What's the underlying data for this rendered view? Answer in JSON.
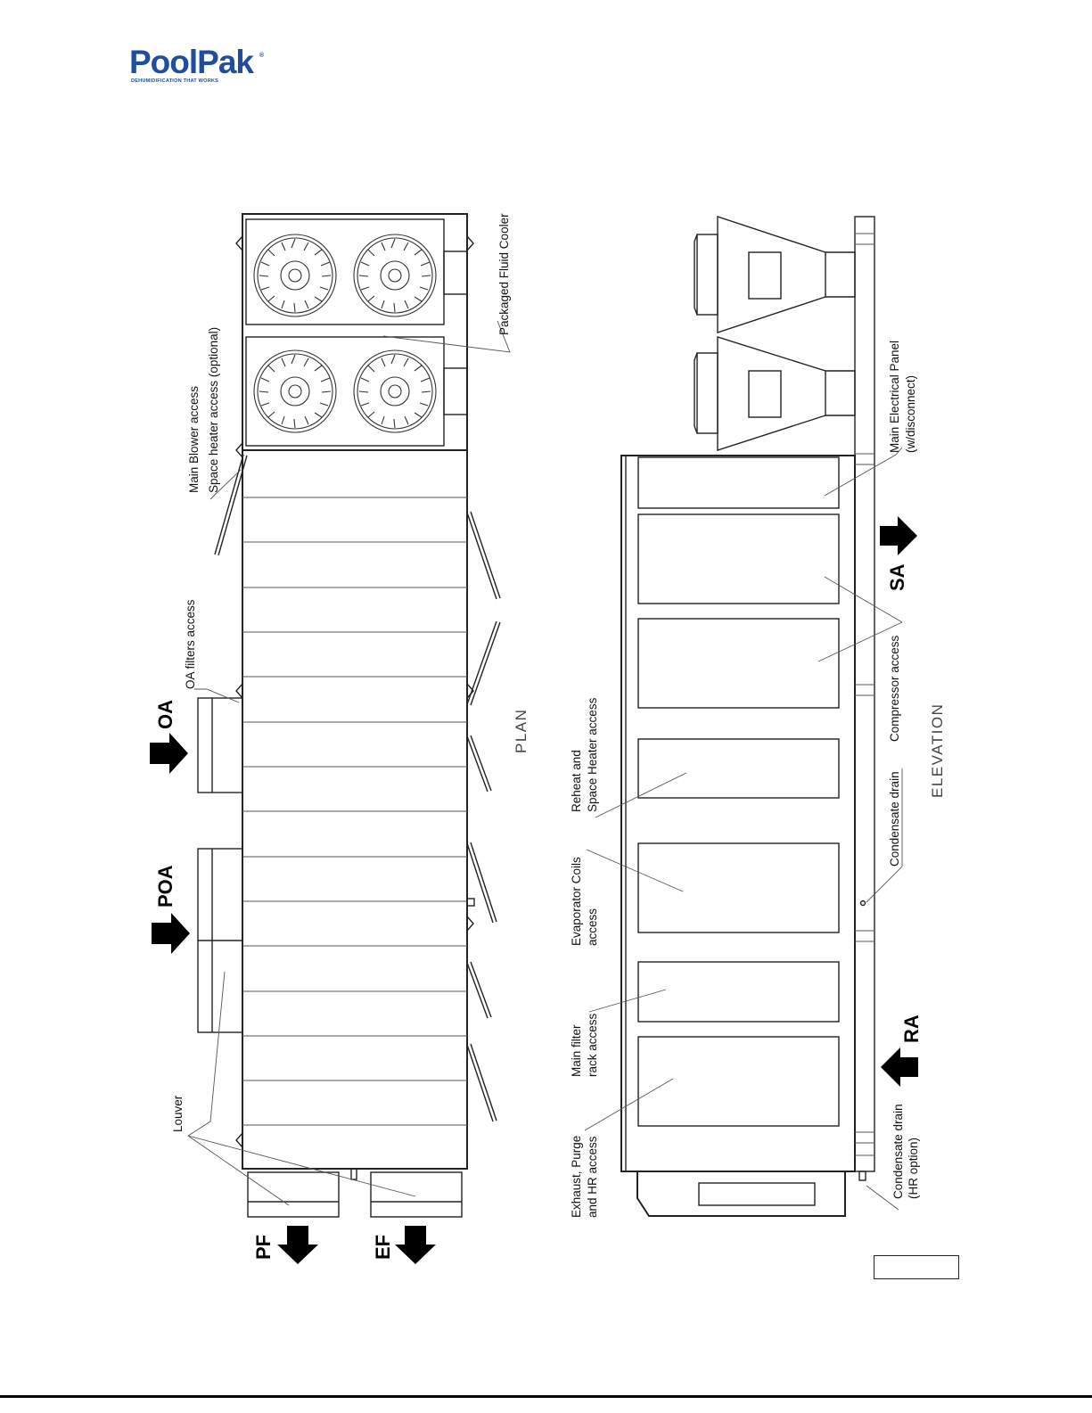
{
  "header": {
    "logo_text": "PoolPak",
    "logo_tagline": "DEHUMIDIFICATION THAT WORKS",
    "logo_mark": "®"
  },
  "plan_view": {
    "view_title": "PLAN",
    "labels": {
      "packaged_fluid_cooler": "Packaged Fluid Cooler",
      "main_blower_line1": "Main Blower access",
      "main_blower_line2": "Space heater access (optional)",
      "oa_filters": "OA filters access",
      "louver": "Louver"
    },
    "flows": {
      "oa": "OA",
      "poa": "POA",
      "pf": "PF",
      "ef": "EF"
    }
  },
  "elevation_view": {
    "view_title": "ELEVATION",
    "labels": {
      "exhaust_line1": "Exhaust, Purge",
      "exhaust_line2": "and HR access",
      "main_filter_line1": "Main filter",
      "main_filter_line2": "rack access",
      "evaporator_line1": "Evaporator Coils",
      "evaporator_line2": "access",
      "reheat_line1": "Reheat and",
      "reheat_line2": "Space Heater access",
      "compressor": "Compressor access",
      "condensate_drain": "Condensate drain",
      "condensate_hr_line1": "Condensate drain",
      "condensate_hr_line2": "(HR option)",
      "electrical_line1": "Main Electrical Panel",
      "electrical_line2": "(w/disconnect)"
    },
    "flows": {
      "sa": "SA",
      "ra": "RA"
    }
  },
  "colors": {
    "brand_blue": "#1f4f9c",
    "line": "#222222"
  }
}
